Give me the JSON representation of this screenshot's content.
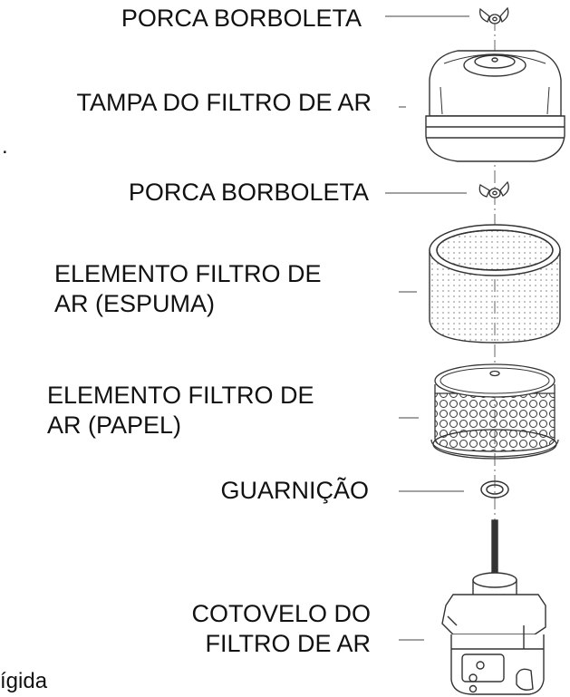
{
  "labels": {
    "wing_nut_top": "PORCA BORBOLETA",
    "air_filter_cover": "TAMPA DO FILTRO DE AR",
    "wing_nut_middle": "PORCA BORBOLETA",
    "foam_element": [
      "ELEMENTO FILTRO DE",
      "AR (ESPUMA)"
    ],
    "paper_element": [
      "ELEMENTO FILTRO DE",
      "AR (PAPEL)"
    ],
    "gasket": "GUARNIÇÃO",
    "elbow": [
      "COTOVELO DO",
      "FILTRO DE AR"
    ]
  },
  "stray_text": {
    "dot": ".",
    "fragment": "ígida"
  },
  "colors": {
    "line": "#333333",
    "part_fill": "#ffffff",
    "dots": "#9a9a9a"
  }
}
